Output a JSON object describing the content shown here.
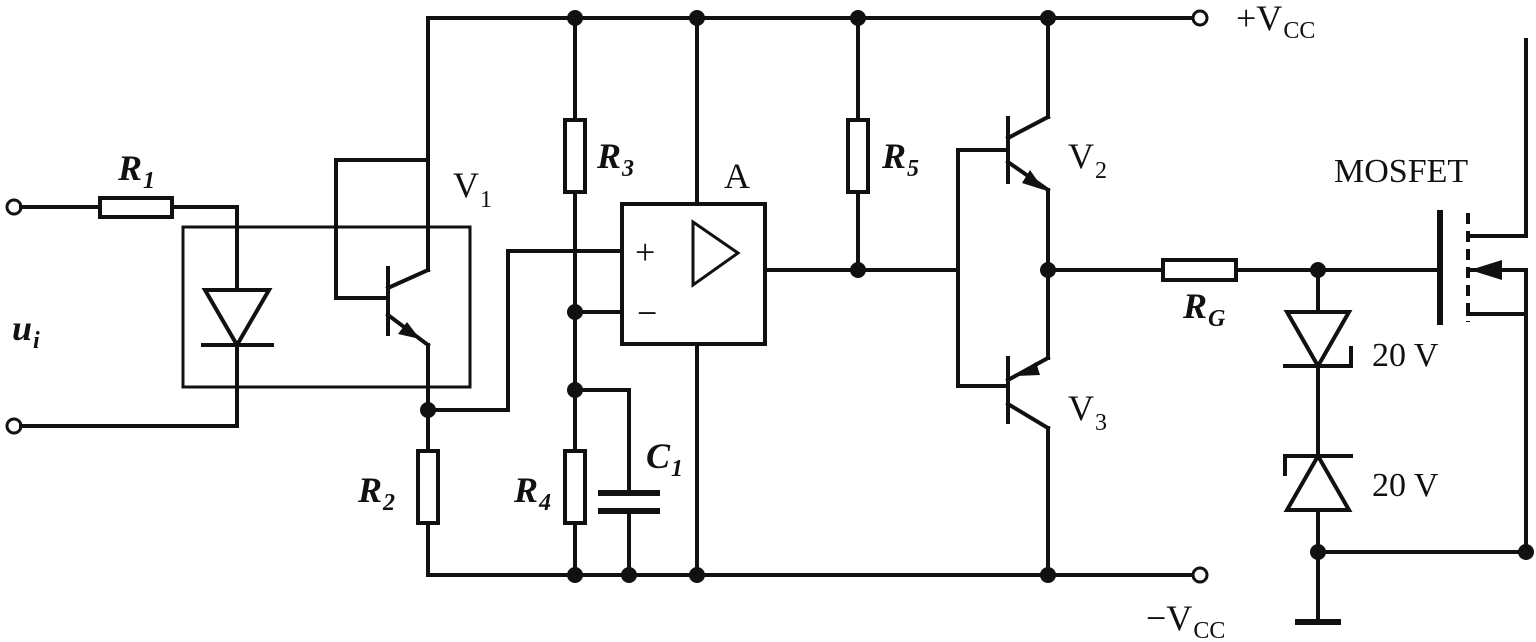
{
  "labels": {
    "r1": {
      "main": "R",
      "sub": "1"
    },
    "r2": {
      "main": "R",
      "sub": "2"
    },
    "r3": {
      "main": "R",
      "sub": "3"
    },
    "r4": {
      "main": "R",
      "sub": "4"
    },
    "r5": {
      "main": "R",
      "sub": "5"
    },
    "rg": {
      "main": "R",
      "sub": "G"
    },
    "c1": {
      "main": "C",
      "sub": "1"
    },
    "v1": {
      "main": "V",
      "sub": "1"
    },
    "v2": {
      "main": "V",
      "sub": "2"
    },
    "v3": {
      "main": "V",
      "sub": "3"
    },
    "amp": "A",
    "plus_in": "+",
    "minus_in": "−",
    "ui": {
      "main": "u",
      "sub": "i"
    },
    "vcc_pos": {
      "main": "+V",
      "sub": "CC"
    },
    "vcc_neg": {
      "main": "−V",
      "sub": "CC"
    },
    "mosfet": "MOSFET",
    "zener_top": "20 V",
    "zener_bottom": "20 V"
  }
}
